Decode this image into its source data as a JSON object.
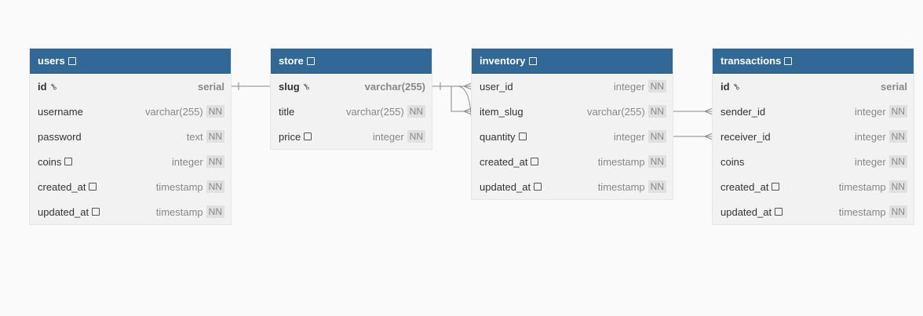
{
  "tables": [
    {
      "id": "users",
      "name": "users",
      "fields": [
        {
          "name": "id",
          "type": "serial",
          "pk": true,
          "nn": "",
          "note": false
        },
        {
          "name": "username",
          "type": "varchar(255)",
          "pk": false,
          "nn": "NN",
          "note": false
        },
        {
          "name": "password",
          "type": "text",
          "pk": false,
          "nn": "NN",
          "note": false
        },
        {
          "name": "coins",
          "type": "integer",
          "pk": false,
          "nn": "NN",
          "note": true
        },
        {
          "name": "created_at",
          "type": "timestamp",
          "pk": false,
          "nn": "NN",
          "note": true
        },
        {
          "name": "updated_at",
          "type": "timestamp",
          "pk": false,
          "nn": "NN",
          "note": true
        }
      ]
    },
    {
      "id": "store",
      "name": "store",
      "fields": [
        {
          "name": "slug",
          "type": "varchar(255)",
          "pk": true,
          "nn": "",
          "note": false
        },
        {
          "name": "title",
          "type": "varchar(255)",
          "pk": false,
          "nn": "NN",
          "note": false
        },
        {
          "name": "price",
          "type": "integer",
          "pk": false,
          "nn": "NN",
          "note": true
        }
      ]
    },
    {
      "id": "inventory",
      "name": "inventory",
      "fields": [
        {
          "name": "user_id",
          "type": "integer",
          "pk": false,
          "nn": "NN",
          "note": false
        },
        {
          "name": "item_slug",
          "type": "varchar(255)",
          "pk": false,
          "nn": "NN",
          "note": false
        },
        {
          "name": "quantity",
          "type": "integer",
          "pk": false,
          "nn": "NN",
          "note": true
        },
        {
          "name": "created_at",
          "type": "timestamp",
          "pk": false,
          "nn": "NN",
          "note": true
        },
        {
          "name": "updated_at",
          "type": "timestamp",
          "pk": false,
          "nn": "NN",
          "note": true
        }
      ]
    },
    {
      "id": "transactions",
      "name": "transactions",
      "fields": [
        {
          "name": "id",
          "type": "serial",
          "pk": true,
          "nn": "",
          "note": false
        },
        {
          "name": "sender_id",
          "type": "integer",
          "pk": false,
          "nn": "NN",
          "note": false
        },
        {
          "name": "receiver_id",
          "type": "integer",
          "pk": false,
          "nn": "NN",
          "note": false
        },
        {
          "name": "coins",
          "type": "integer",
          "pk": false,
          "nn": "NN",
          "note": false
        },
        {
          "name": "created_at",
          "type": "timestamp",
          "pk": false,
          "nn": "NN",
          "note": true
        },
        {
          "name": "updated_at",
          "type": "timestamp",
          "pk": false,
          "nn": "NN",
          "note": true
        }
      ]
    }
  ],
  "relationships": [
    {
      "from": "users.id",
      "to": "inventory.user_id",
      "from_card": "one",
      "to_card": "many"
    },
    {
      "from": "store.slug",
      "to": "inventory.item_slug",
      "from_card": "one",
      "to_card": "many"
    },
    {
      "from": "users.id",
      "to": "transactions.sender_id",
      "from_card": "one",
      "to_card": "many"
    },
    {
      "from": "users.id",
      "to": "transactions.receiver_id",
      "from_card": "one",
      "to_card": "many"
    }
  ],
  "colors": {
    "header_bg": "#316896",
    "header_text": "#ffffff",
    "body_bg": "#f2f2f2",
    "line": "#888888"
  },
  "icons": {
    "header_note": "note-icon",
    "primary_key": "key-icon",
    "field_note": "note-icon"
  }
}
